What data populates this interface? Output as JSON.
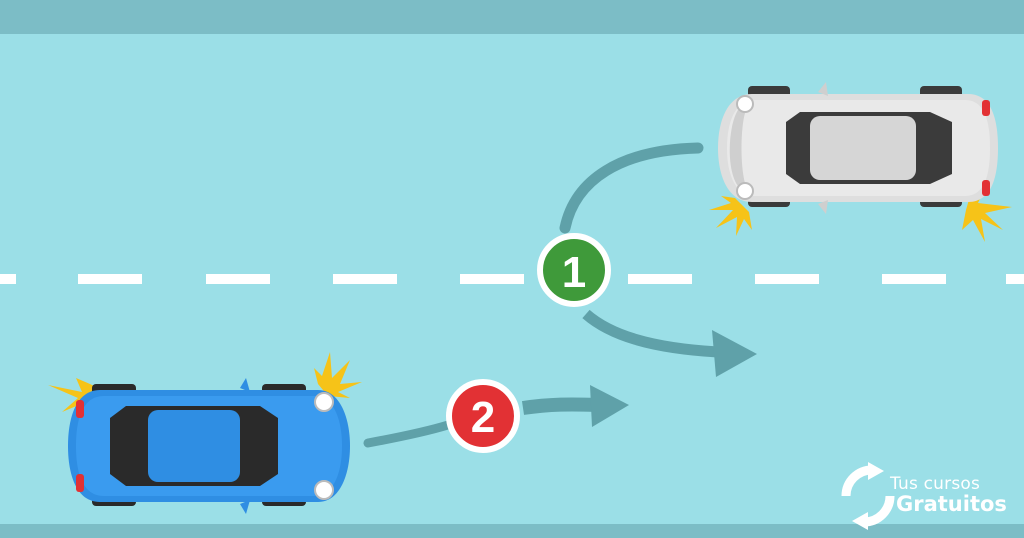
{
  "scene": {
    "step_one_label": "1",
    "step_two_label": "2",
    "colors": {
      "road": "#9bdfe7",
      "curb": "#7cbdc6",
      "arrow": "#5fa1a9",
      "step_one_badge": "#3f9a3a",
      "step_two_badge": "#e23134",
      "blue_car": "#2f8ee3",
      "white_car": "#dedede",
      "hazard_light": "#f6c318"
    }
  },
  "logo": {
    "line1": "Tus cursos",
    "line2": "Gratuitos"
  }
}
